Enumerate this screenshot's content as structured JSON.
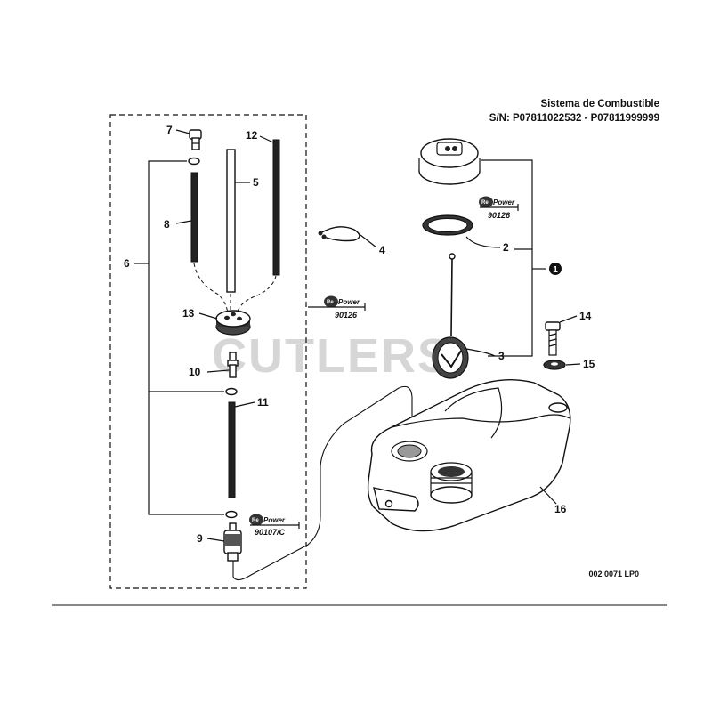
{
  "header": {
    "title_line_1": "Sistema de Combustible",
    "title_line_2": "S/N: P07811022532 - P07811999999"
  },
  "watermark": "CUTLERS",
  "drawing_number": "002 0071 LP0",
  "callouts": {
    "c1": "1",
    "c2": "2",
    "c3": "3",
    "c4": "4",
    "c5": "5",
    "c6": "6",
    "c7": "7",
    "c8": "8",
    "c9": "9",
    "c10": "10",
    "c11": "11",
    "c12": "12",
    "c13": "13",
    "c14": "14",
    "c15": "15",
    "c16": "16"
  },
  "repower_badges": {
    "brand_re": "Re",
    "brand_power": "Power",
    "badge_a_code": "90126",
    "badge_b_code": "90126",
    "badge_c_code": "90107/C"
  }
}
